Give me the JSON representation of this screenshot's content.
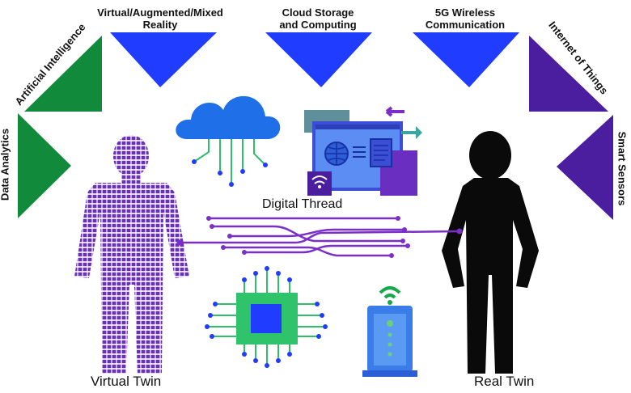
{
  "top_labels": {
    "vr": [
      "Virtual/Augmented/Mixed",
      "Reality"
    ],
    "cloud": [
      "Cloud Storage",
      "and Computing"
    ],
    "wireless": [
      "5G Wireless",
      "Communication"
    ]
  },
  "side_labels": {
    "ai": "Artificial Intelligence",
    "analytics": "Data Analytics",
    "iot": "Internet of Things",
    "sensors": "Smart Sensors"
  },
  "center_label": "Digital Thread",
  "virtual_twin_label": "Virtual Twin",
  "real_twin_label": "Real Twin",
  "colors": {
    "blue": "#1f3cff",
    "green": "#128a3c",
    "purple": "#4b1ea0",
    "thread": "#7a2fc8",
    "cloud": "#1f6fe8",
    "chip_green": "#2fc46b",
    "chip_blue": "#2f5fe0",
    "router": "#3b7de8",
    "wifi_green": "#17a84a",
    "black": "#0a0a0a"
  }
}
